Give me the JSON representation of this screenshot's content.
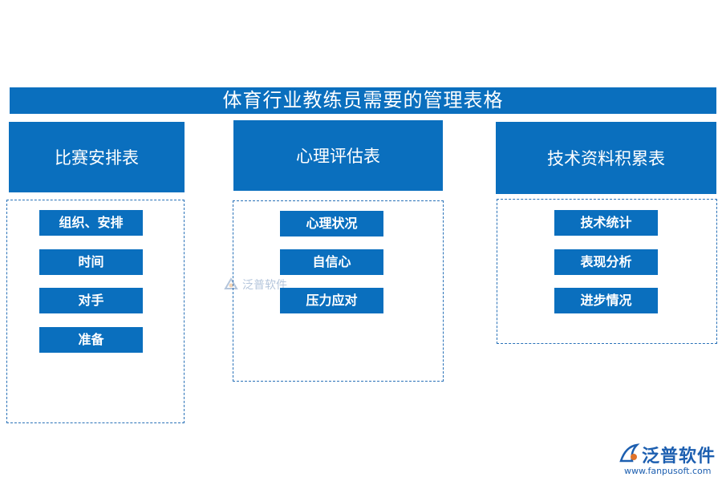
{
  "title": "体育行业教练员需要的管理表格",
  "columns": [
    {
      "heading": "比赛安排表",
      "items": [
        "组织、安排",
        "时间",
        "对手",
        "准备"
      ]
    },
    {
      "heading": "心理评估表",
      "items": [
        "心理状况",
        "自信心",
        "压力应对"
      ]
    },
    {
      "heading": "技术资料积累表",
      "items": [
        "技术统计",
        "表现分析",
        "进步情况"
      ]
    }
  ],
  "watermark": {
    "text": "泛普软件"
  },
  "logo": {
    "brand": "泛普软件",
    "url": "www.fanpusoft.com",
    "icon": "fanpu-logo-icon"
  },
  "colors": {
    "primary": "#0a6fbe",
    "border": "#2a72b8",
    "text_on_primary": "#ffffff"
  }
}
